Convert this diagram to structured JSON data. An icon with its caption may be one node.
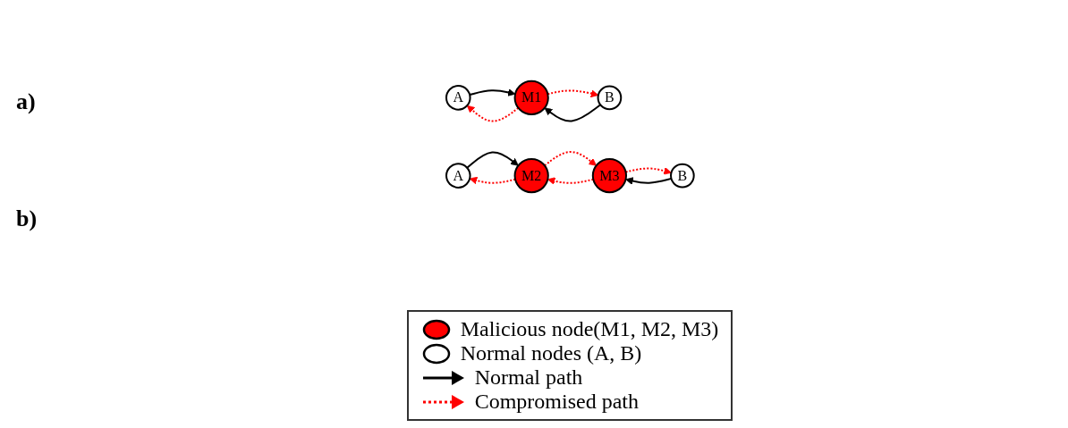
{
  "diagram": {
    "nodes": [
      {
        "text": [
          "A"
        ]
      },
      {
        "text": [
          "M1"
        ]
      },
      {
        "text": [
          "B"
        ]
      },
      {
        "text": [
          "A"
        ]
      },
      {
        "text": [
          "M2"
        ]
      },
      {
        "text": [
          "M3"
        ]
      },
      {
        "text": [
          "B"
        ]
      }
    ],
    "edges": [
      {
        "from": 0,
        "to": 1,
        "arrow": "to",
        "color": "#000000"
      },
      {
        "from": 1,
        "to": 0,
        "arrow": "to",
        "style": "dashed",
        "color": "#ff0000"
      },
      {
        "from": 1,
        "to": 2,
        "arrow": "to",
        "style": "dashed",
        "color": "#ff0000"
      },
      {
        "from": 2,
        "to": 1,
        "arrow": "to",
        "color": "#000000"
      },
      {
        "from": 3,
        "to": 4,
        "arrow": "to",
        "color": "#000000"
      },
      {
        "from": 4,
        "to": 3,
        "arrow": "to",
        "style": "dashed",
        "color": "#ff0000"
      },
      {
        "from": 4,
        "to": 5,
        "arrow": "to",
        "style": "dashed",
        "color": "#ff0000"
      },
      {
        "from": 5,
        "to": 4,
        "arrow": "to",
        "style": "dashed",
        "color": "#ff0000"
      },
      {
        "from": 5,
        "to": 6,
        "arrow": "to",
        "style": "dashed",
        "color": "#ff0000"
      },
      {
        "from": 6,
        "to": 5,
        "arrow": "to",
        "color": "#000000"
      }
    ],
    "labels": [
      "a)",
      "b)"
    ],
    "legend": [
      {
        "text": "Malicious node(M1, M2, M3)",
        "color": "#ff0000"
      },
      {
        "text": "Normal nodes (A, B)"
      },
      {
        "text": "Normal path"
      },
      {
        "text": "Compromised path"
      }
    ]
  }
}
